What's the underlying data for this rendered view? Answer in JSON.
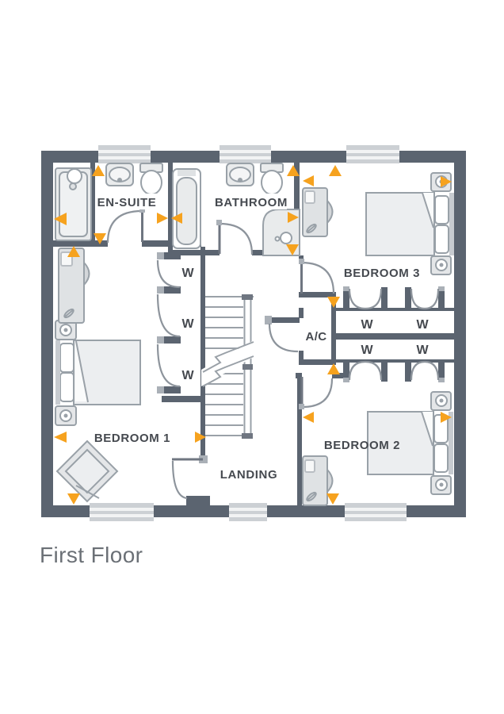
{
  "title": {
    "floor_label": "First Floor"
  },
  "plan": {
    "rooms": [
      {
        "id": "ensuite",
        "label": "EN-SUITE"
      },
      {
        "id": "bathroom",
        "label": "BATHROOM"
      },
      {
        "id": "bedroom3",
        "label": "BEDROOM 3"
      },
      {
        "id": "bedroom1",
        "label": "BEDROOM 1"
      },
      {
        "id": "bedroom2",
        "label": "BEDROOM 2"
      },
      {
        "id": "landing",
        "label": "LANDING"
      },
      {
        "id": "airing-cupboard",
        "label": "A/C"
      }
    ],
    "wardrobe_label": "W",
    "fixtures": [
      "shower",
      "basin",
      "toilet",
      "bath",
      "corner-shower",
      "double-bed",
      "bedside-table",
      "lamp",
      "wardrobe",
      "desk",
      "chair",
      "occasional-chair",
      "staircase",
      "window",
      "door"
    ]
  },
  "colors": {
    "wall": "#5b6470",
    "accent_marker": "#f6a21e",
    "fixture_stroke": "#99a1a8",
    "fixture_fill": "#e9ebec",
    "room_label": "#45494f",
    "title_text": "#6b7076",
    "window_fill": "#ccd0d4",
    "door_arc": "#8d949c"
  }
}
